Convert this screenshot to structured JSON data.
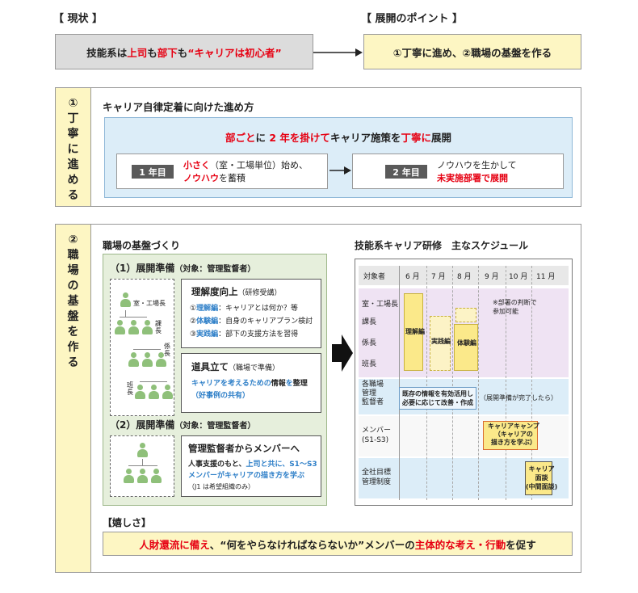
{
  "top": {
    "current_label": "【 現状 】",
    "points_label": "【 展開のポイント 】",
    "current_text": {
      "p1": "技能系は",
      "p2": "上司",
      "p3": "も",
      "p4": "部下",
      "p5": "も ",
      "p6": "“キャリアは初心者”"
    },
    "points_text": "①丁寧に進め、②職場の基盤を作る"
  },
  "section1": {
    "side_chars": [
      "①",
      "丁",
      "寧",
      "に",
      "進",
      "め",
      "る"
    ],
    "title": "キャリア自律定着に向けた進め方",
    "banner": {
      "p1": "部ごと",
      "p2": "に ",
      "p3": "2 年を掛けて",
      "p4": "キャリア施策を",
      "p5": "丁寧に",
      "p6": "展開"
    },
    "year1_tag": "1 年目",
    "year1_line1": {
      "p1": "小さく",
      "p2": "（室・工場単位）始め、"
    },
    "year1_line2": {
      "p1": "ノウハウ",
      "p2": "を蓄積"
    },
    "year2_tag": "2 年目",
    "year2_line1": "ノウハウを生かして",
    "year2_line2": "未実施部署で展開"
  },
  "section2": {
    "side_chars": [
      "②",
      "職",
      "場",
      "の",
      "基",
      "盤",
      "を",
      "作",
      "る"
    ],
    "left_title": "職場の基盤づくり",
    "prep1_title": "（1）展開準備",
    "prep1_target": "（対象：管理監督者）",
    "org_labels": {
      "a": "室・工場長",
      "b": "課長",
      "c": "係長",
      "d": "班長"
    },
    "understanding": {
      "title": "理解度向上",
      "note": "（研修受講）",
      "items": [
        {
          "num": "①",
          "name": "理解編",
          "desc": "：キャリアとは何か？等"
        },
        {
          "num": "②",
          "name": "体験編",
          "desc": "：自身のキャリアプラン検討"
        },
        {
          "num": "③",
          "name": "実践編",
          "desc": "：部下の支援方法を習得"
        }
      ]
    },
    "tools": {
      "title": "道具立て",
      "note": "（職場で準備）",
      "line1": {
        "p1": "キャリアを考えるための",
        "p2": "情報",
        "p3": "を",
        "p4": "整理"
      },
      "line2": "（好事例の共有）"
    },
    "prep2_title": "（2）展開準備",
    "prep2_target": "（対象：管理監督者）",
    "members": {
      "title": "管理監督者からメンバーへ",
      "line1": {
        "p1": "人事支援のもと、",
        "p2": "上司と共に、S1～S3"
      },
      "line2": "メンバーがキャリアの描き方を学ぶ",
      "line3": "（J1 は希望組織のみ）"
    },
    "schedule": {
      "title": "技能系キャリア研修　主なスケジュール",
      "header_target": "対象者",
      "months": [
        "6 月",
        "7 月",
        "8 月",
        "9 月",
        "10 月",
        "11 月"
      ],
      "rows": [
        "室・工場長",
        "課長",
        "係長",
        "班長",
        "各職場\n管理\n監督者",
        "メンバー\n(S1-S3)",
        "全社目標\n管理制度"
      ],
      "bars": {
        "understanding": "理解編",
        "practice": "実践編",
        "experience": "体験編"
      },
      "note_dept": "※部署の判断で\n参加可能",
      "note_existing": "既存の情報を有効活用し\n必要に応じて改善・作成",
      "note_after": "（展開準備が完了したら）",
      "camp": "キャリアキャンプ\n（キャリアの\n描き方を学ぶ）",
      "interview": "キャリア\n面談\n(中間面談)"
    },
    "joy_label": "【嬉しさ】",
    "joy_text": {
      "p1": "人財還流に備え",
      "p2": "、“何をやらなければならないか”メンバーの",
      "p3": "主体的な考え・行動",
      "p4": "を促す"
    }
  },
  "colors": {
    "yellow": "#fdf6c3",
    "red": "#e60012",
    "blue": "#2e7fc8",
    "green": "#8fc07a",
    "purple": "#efe3f3",
    "lightblue": "#dcedf8"
  }
}
